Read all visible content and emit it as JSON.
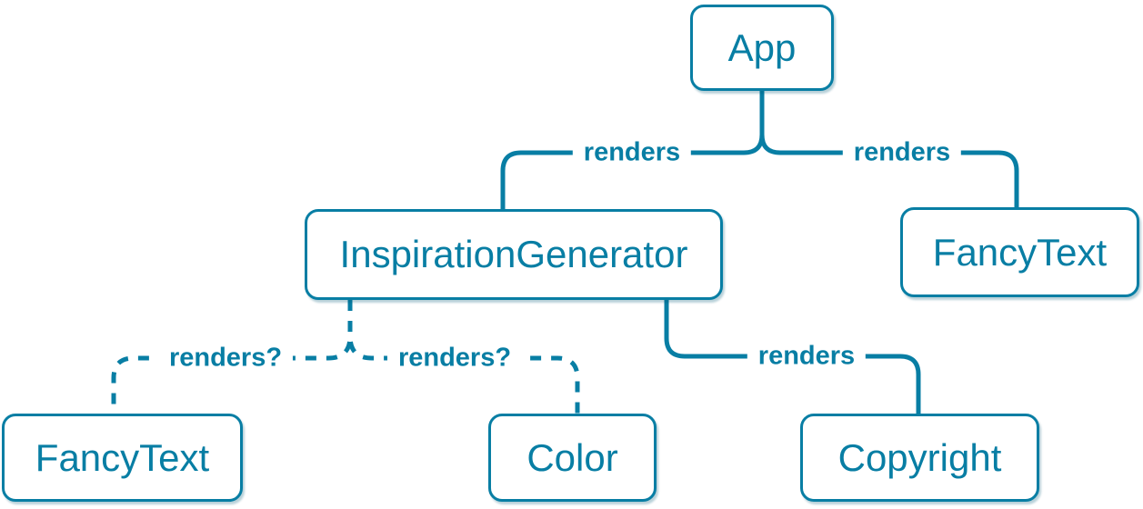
{
  "colors": {
    "accent": "#087ea4",
    "node_bg": "#ffffff",
    "page_bg": "#ffffff"
  },
  "diagram": {
    "type": "component-render-tree",
    "nodes": {
      "app": {
        "label": "App"
      },
      "inspiration_generator": {
        "label": "InspirationGenerator"
      },
      "fancy_text_top": {
        "label": "FancyText"
      },
      "fancy_text_bottom": {
        "label": "FancyText"
      },
      "color": {
        "label": "Color"
      },
      "copyright": {
        "label": "Copyright"
      }
    },
    "edges": {
      "app_to_inspiration_generator": {
        "from": "App",
        "to": "InspirationGenerator",
        "label": "renders",
        "style": "solid"
      },
      "app_to_fancy_text": {
        "from": "App",
        "to": "FancyText",
        "label": "renders",
        "style": "solid"
      },
      "inspiration_generator_to_fancy_text": {
        "from": "InspirationGenerator",
        "to": "FancyText",
        "label": "renders?",
        "style": "dashed"
      },
      "inspiration_generator_to_color": {
        "from": "InspirationGenerator",
        "to": "Color",
        "label": "renders?",
        "style": "dashed"
      },
      "inspiration_generator_to_copyright": {
        "from": "InspirationGenerator",
        "to": "Copyright",
        "label": "renders",
        "style": "solid"
      }
    }
  }
}
